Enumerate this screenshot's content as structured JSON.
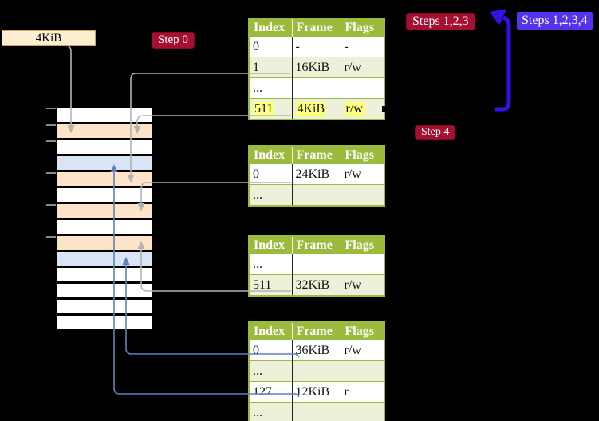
{
  "labels": {
    "frame_size": "4KiB",
    "step0": "Step 0",
    "steps123": "Steps 1,2,3",
    "steps1234": "Steps 1,2,3,4",
    "step4": "Step 4"
  },
  "colors": {
    "background": "#000000",
    "step_badge_red": "#a60f32",
    "steps1234_badge_blue": "#5433ee",
    "big_arrow_blue": "#3312e8",
    "connector_gray": "#b3b3b3",
    "connector_blue": "#5e82ba",
    "table_header_green": "#9bbb3c",
    "table_row_green": "#edf1d9",
    "highlight_yellow": "#ffff7e",
    "frame_table_peach": "#fde3c7",
    "frame_page_blue": "#d9e5f5",
    "size_box_cream": "#fcefd1"
  },
  "memory": {
    "rows": [
      {
        "kind": "empty"
      },
      {
        "kind": "page-table"
      },
      {
        "kind": "empty"
      },
      {
        "kind": "mapped-page"
      },
      {
        "kind": "page-table"
      },
      {
        "kind": "empty"
      },
      {
        "kind": "page-table"
      },
      {
        "kind": "empty"
      },
      {
        "kind": "page-table"
      },
      {
        "kind": "mapped-page"
      },
      {
        "kind": "empty"
      },
      {
        "kind": "empty"
      },
      {
        "kind": "empty"
      },
      {
        "kind": "empty"
      }
    ]
  },
  "tables": [
    {
      "name": "level-4-page-table",
      "headers": [
        "Index",
        "Frame",
        "Flags"
      ],
      "rows": [
        {
          "cells": [
            "0",
            "-",
            "-"
          ],
          "highlight": false
        },
        {
          "cells": [
            "1",
            "16KiB",
            "r/w"
          ],
          "highlight": false
        },
        {
          "cells": [
            "...",
            "",
            ""
          ],
          "highlight": false
        },
        {
          "cells": [
            "511",
            "4KiB",
            "r/w"
          ],
          "highlight": true
        }
      ]
    },
    {
      "name": "level-3-page-table",
      "headers": [
        "Index",
        "Frame",
        "Flags"
      ],
      "rows": [
        {
          "cells": [
            "0",
            "24KiB",
            "r/w"
          ],
          "highlight": false
        },
        {
          "cells": [
            "...",
            "",
            ""
          ],
          "highlight": false
        }
      ]
    },
    {
      "name": "level-2-page-table",
      "headers": [
        "Index",
        "Frame",
        "Flags"
      ],
      "rows": [
        {
          "cells": [
            "...",
            "",
            ""
          ],
          "highlight": false
        },
        {
          "cells": [
            "511",
            "32KiB",
            "r/w"
          ],
          "highlight": false
        }
      ]
    },
    {
      "name": "level-1-page-table",
      "headers": [
        "Index",
        "Frame",
        "Flags"
      ],
      "rows": [
        {
          "cells": [
            "0",
            "36KiB",
            "r/w"
          ],
          "highlight": false
        },
        {
          "cells": [
            "...",
            "",
            ""
          ],
          "highlight": false
        },
        {
          "cells": [
            "127",
            "12KiB",
            "r"
          ],
          "highlight": false
        },
        {
          "cells": [
            "...",
            "",
            ""
          ],
          "highlight": false
        }
      ]
    }
  ]
}
